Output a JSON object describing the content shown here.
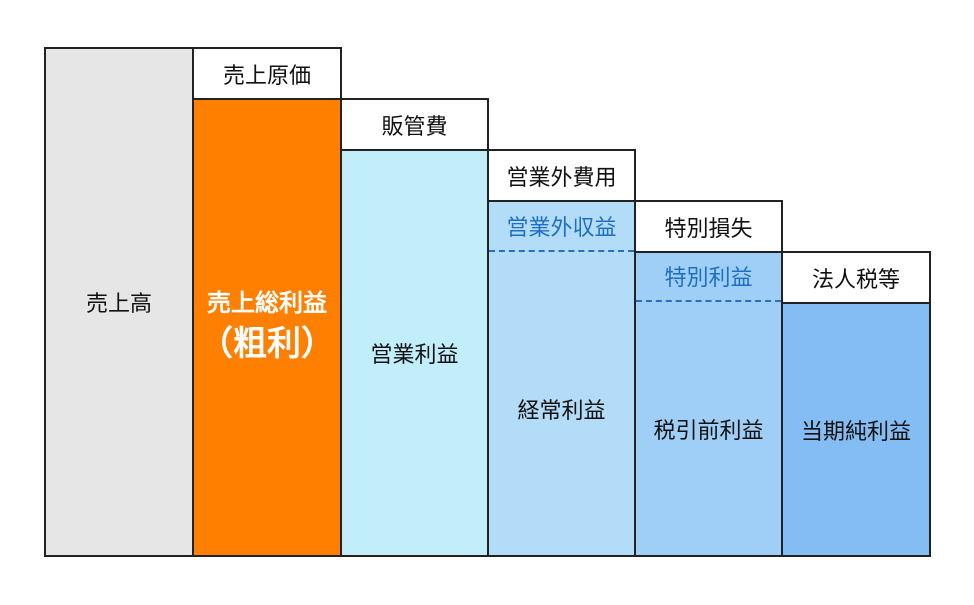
{
  "labels": {
    "sales": "売上高",
    "cogs": "売上原価",
    "gross_profit": "売上総利益",
    "gross_profit_short": "（粗利）",
    "sga": "販管費",
    "operating_profit": "営業利益",
    "non_operating_expenses": "営業外費用",
    "non_operating_income": "営業外収益",
    "ordinary_profit": "経常利益",
    "extraordinary_loss": "特別損失",
    "extraordinary_income": "特別利益",
    "pretax_profit": "税引前利益",
    "taxes": "法人税等",
    "net_profit": "当期純利益"
  },
  "colors": {
    "sales": "#e6e6e6",
    "gross_profit": "#ff7f00",
    "operating_profit": "#c2eefb",
    "ordinary_profit": "#b2dcf7",
    "pretax_profit": "#9fcff6",
    "net_profit": "#84bdf3",
    "accent_text": "#1e6fc4"
  }
}
